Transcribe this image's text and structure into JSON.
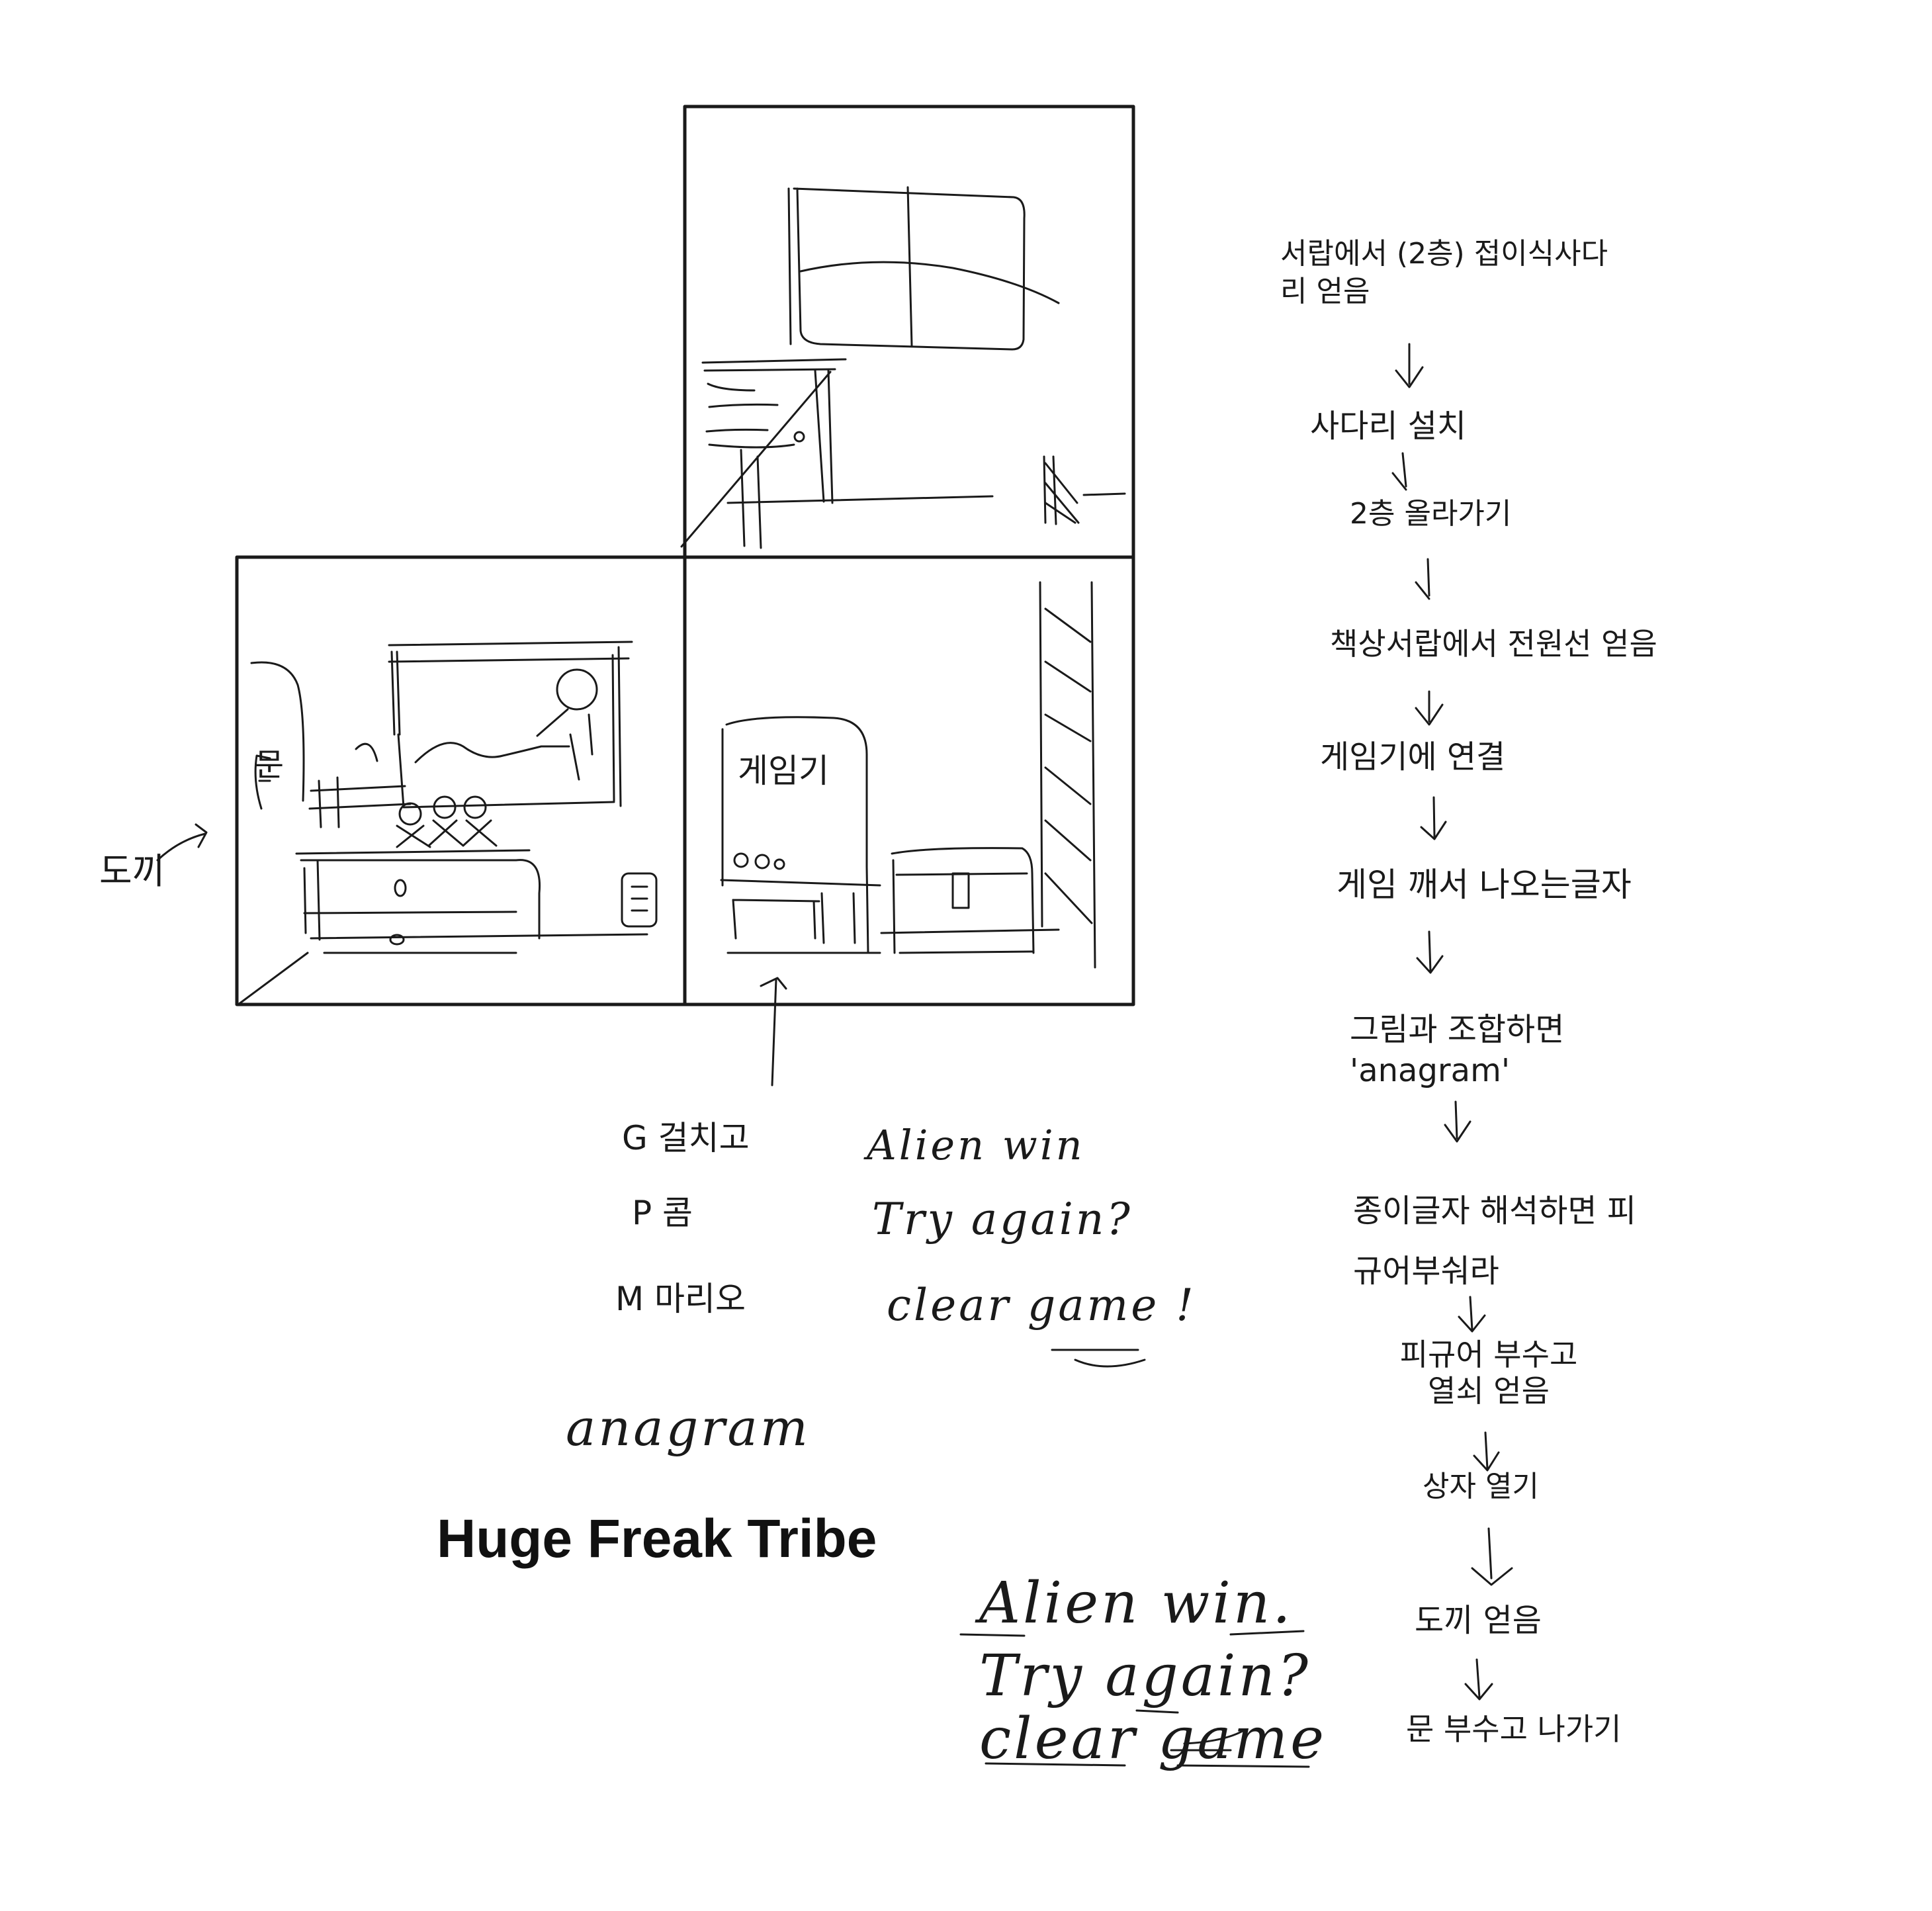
{
  "rooms": {
    "room2": {
      "name": "room-2"
    },
    "room1": {
      "name": "room-1",
      "side_label": "도끼",
      "door_label": "문"
    },
    "room3": {
      "name": "room-3",
      "console_label": "게임기"
    }
  },
  "flow": {
    "steps": [
      "서랍에서 (2층) 접이식사다리 얻음",
      "사다리 설치",
      "2층 올라가기",
      "책상서랍에서 전원선 얻음",
      "게임기에 연결",
      "게임 깨서 나오는글자",
      "그림과 조합하면 'anagram'",
      "종이글자 해석하면 피규어부숴라",
      "피규어 부수고 열쇠 얻음",
      "상자 열기",
      "도끼 얻음",
      "문 부수고 나가기"
    ]
  },
  "game_notes": {
    "rows": [
      {
        "key": "G 걸치고",
        "text": "Alien win"
      },
      {
        "key": "P 콤",
        "text": "Try again?"
      },
      {
        "key": "M 마리오",
        "text": "clear game !"
      }
    ]
  },
  "anagram": {
    "word": "anagram",
    "title": "Huge Freak Tribe"
  },
  "bottom_notes": {
    "lines": [
      "Alien win.",
      "Try again?",
      "clear game"
    ]
  }
}
